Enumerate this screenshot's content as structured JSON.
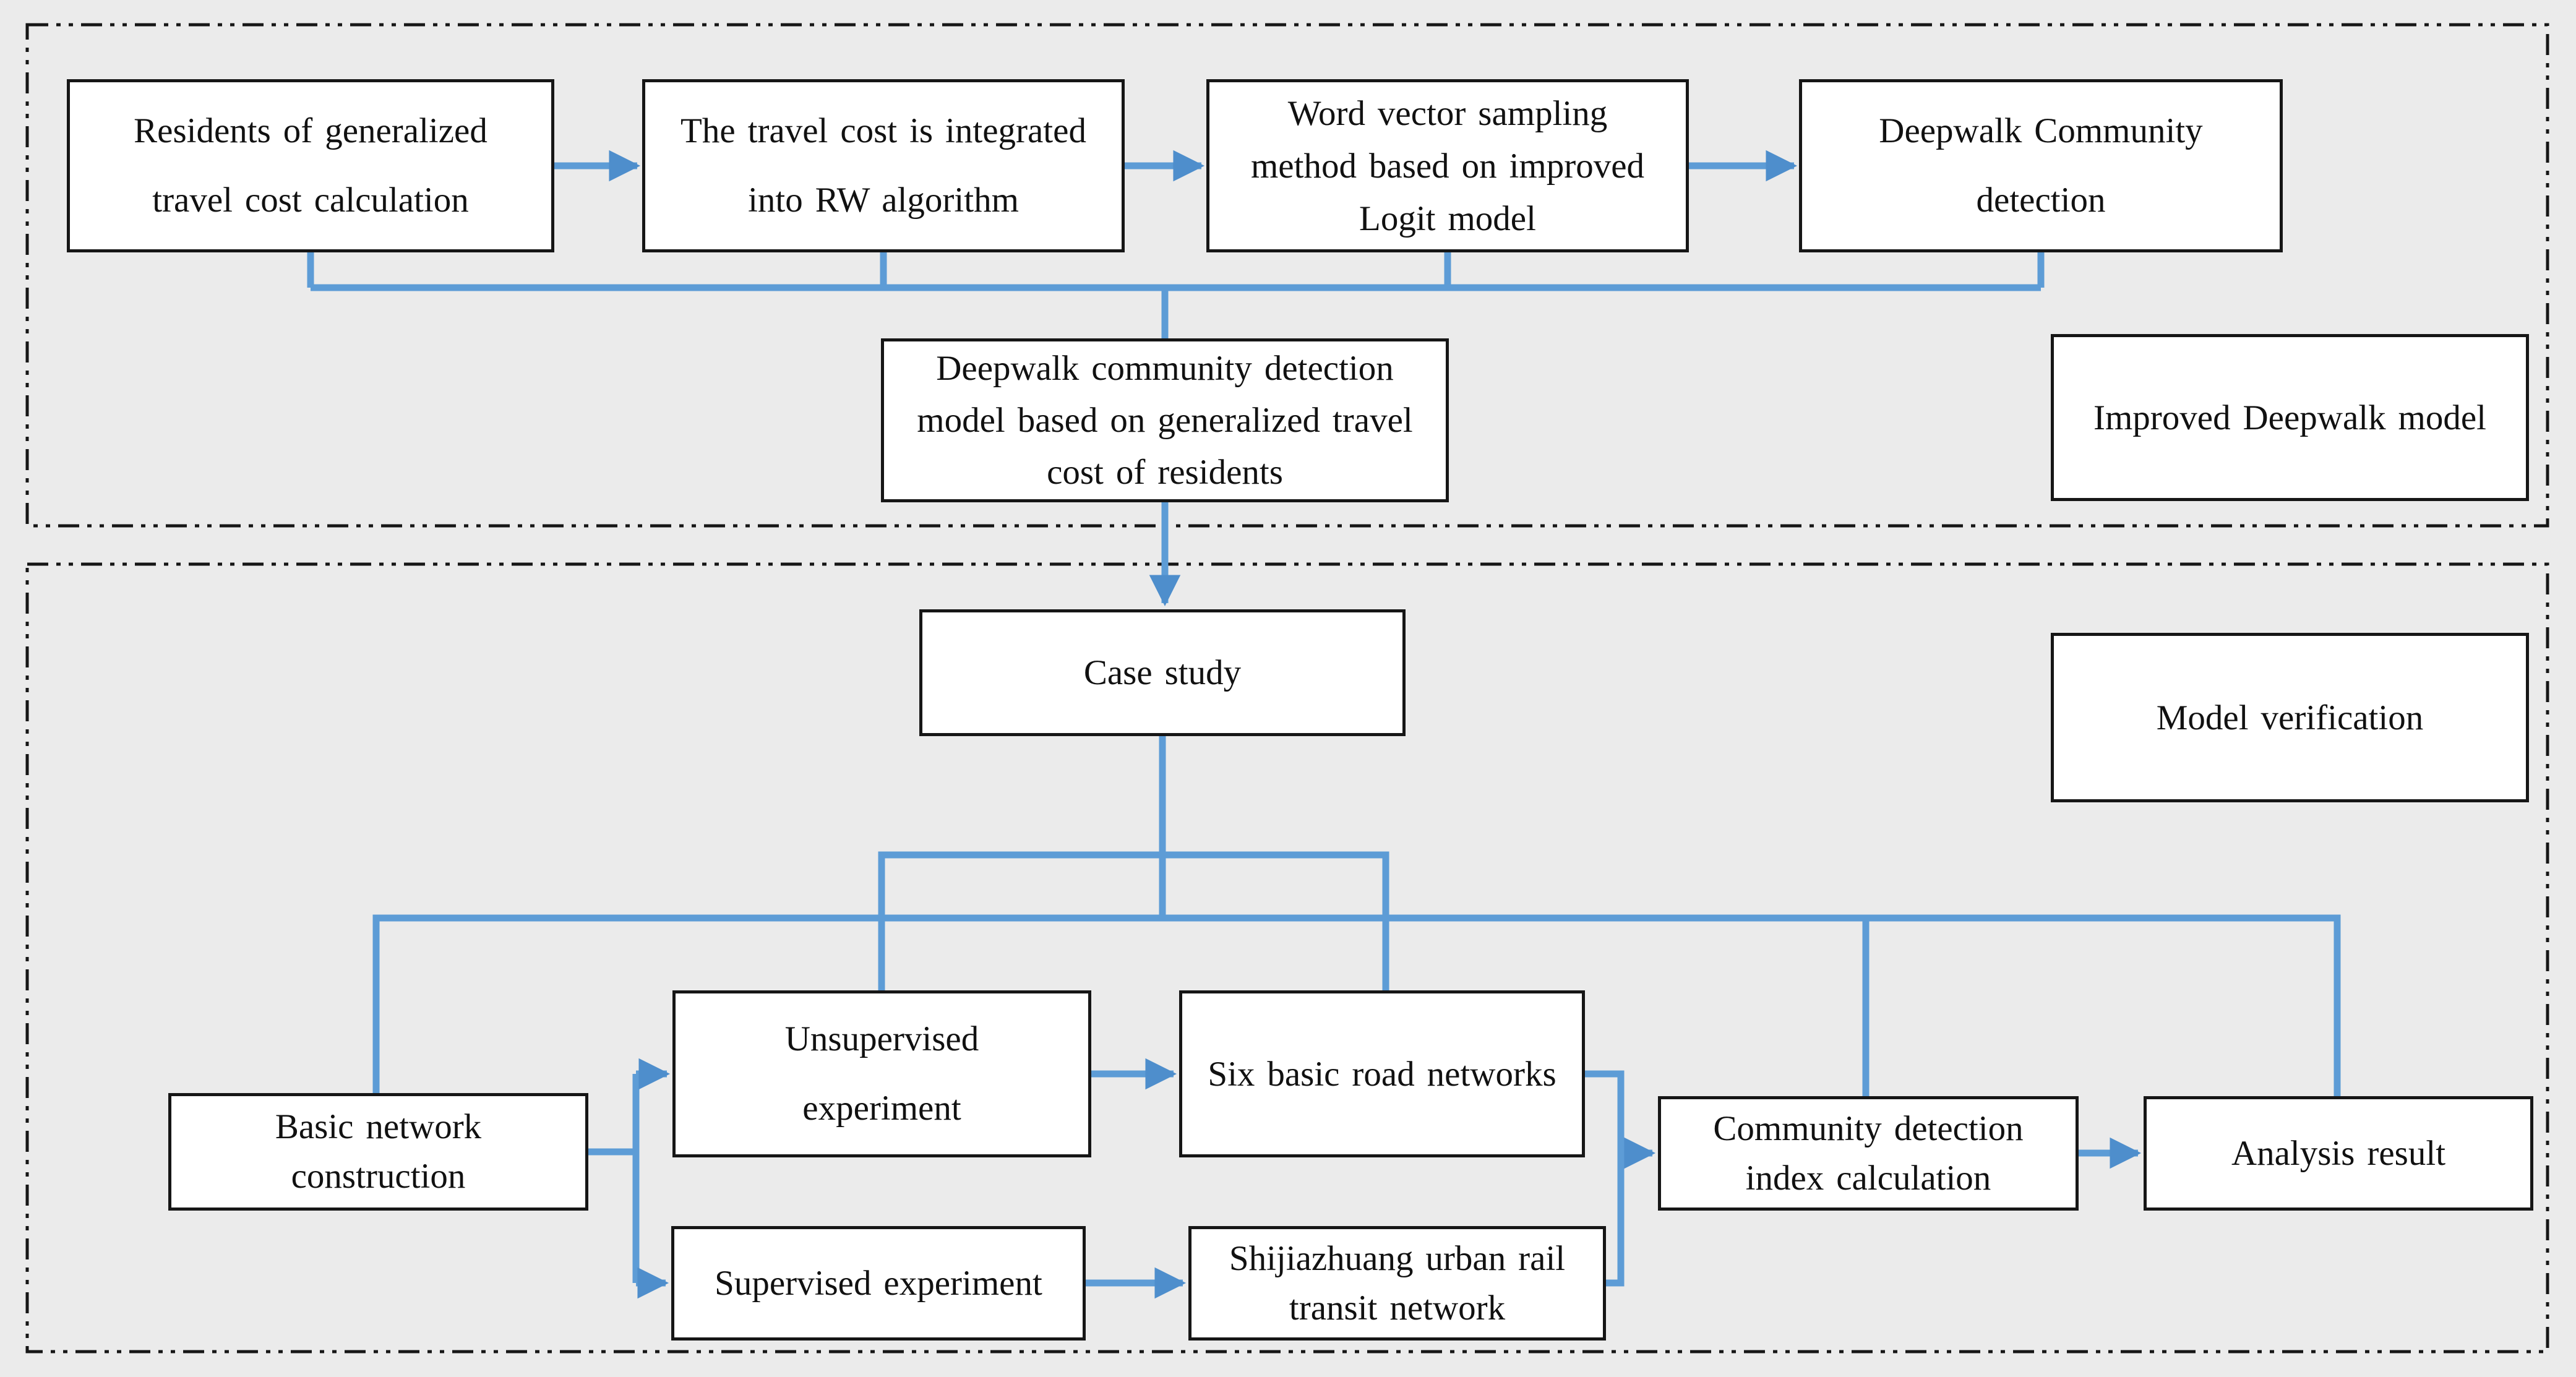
{
  "colors": {
    "background": "#ebebeb",
    "box_fill": "#ffffff",
    "box_border": "#161616",
    "frame_border": "#161616",
    "connector_blue": "#5d9cd6",
    "arrowhead_blue": "#4e8ecc"
  },
  "nodes": {
    "residents_cost": "Residents of generalized\ntravel cost calculation",
    "travel_cost_rw": "The travel cost is integrated\ninto RW algorithm",
    "word_vector_sampling": "Word vector sampling\nmethod based on improved\nLogit model",
    "deepwalk_community_detection": "Deepwalk Community\ndetection",
    "deepwalk_model": "Deepwalk community detection\nmodel based on generalized travel\ncost of residents",
    "improved_deepwalk_label": "Improved Deepwalk model",
    "case_study": "Case study",
    "model_verification_label": "Model verification",
    "basic_network": "Basic network\nconstruction",
    "unsupervised": "Unsupervised\nexperiment",
    "six_networks": "Six basic road networks",
    "supervised": "Supervised experiment",
    "shijiazhuang": "Shijiazhuang urban rail\ntransit network",
    "community_index": "Community detection\nindex calculation",
    "analysis_result": "Analysis result"
  }
}
